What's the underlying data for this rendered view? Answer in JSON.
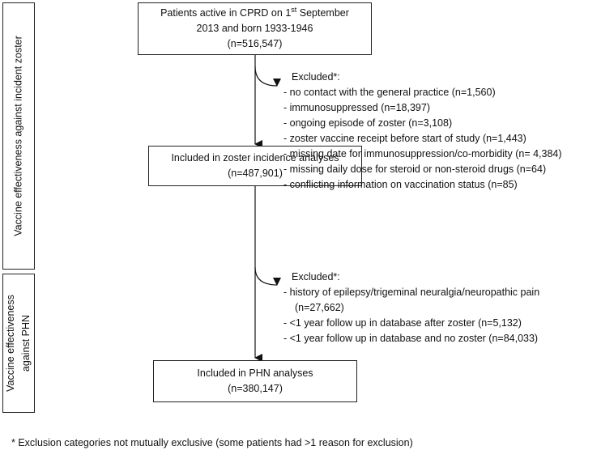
{
  "side_labels": {
    "zoster": "Vaccine effectiveness against incident zoster",
    "phn_line1": "Vaccine effectiveness",
    "phn_line2": "against PHN"
  },
  "boxes": {
    "start": {
      "line1": "Patients active in CPRD on 1",
      "line1_sup": "st",
      "line1_end": " September",
      "line2": "2013 and born 1933-1946",
      "line3": "(n=516,547)"
    },
    "zoster": {
      "line1": "Included in zoster incidence analyses",
      "line2": "(n=487,901)"
    },
    "phn": {
      "line1": "Included in PHN analyses",
      "line2": "(n=380,147)"
    }
  },
  "exclusions_1": {
    "title": "Excluded*:",
    "items": [
      "- no contact with the general practice (n=1,560)",
      "- immunosuppressed (n=18,397)",
      "- ongoing episode of zoster (n=3,108)",
      "- zoster vaccine receipt before start of study (n=1,443)",
      "- missing date for immunosuppression/co-morbidity (n= 4,384)",
      "- missing daily dose for steroid or non-steroid drugs (n=64)",
      "- conflicting information on vaccination status (n=85)"
    ]
  },
  "exclusions_2": {
    "title": "Excluded*:",
    "items": [
      "- history of epilepsy/trigeminal neuralgia/neuropathic pain",
      "   (n=27,662)",
      "- <1 year follow up in database after zoster (n=5,132)",
      "- <1 year follow up in database and no zoster (n=84,033)"
    ]
  },
  "footnote": "* Exclusion categories not mutually exclusive (some patients had >1 reason for exclusion)"
}
